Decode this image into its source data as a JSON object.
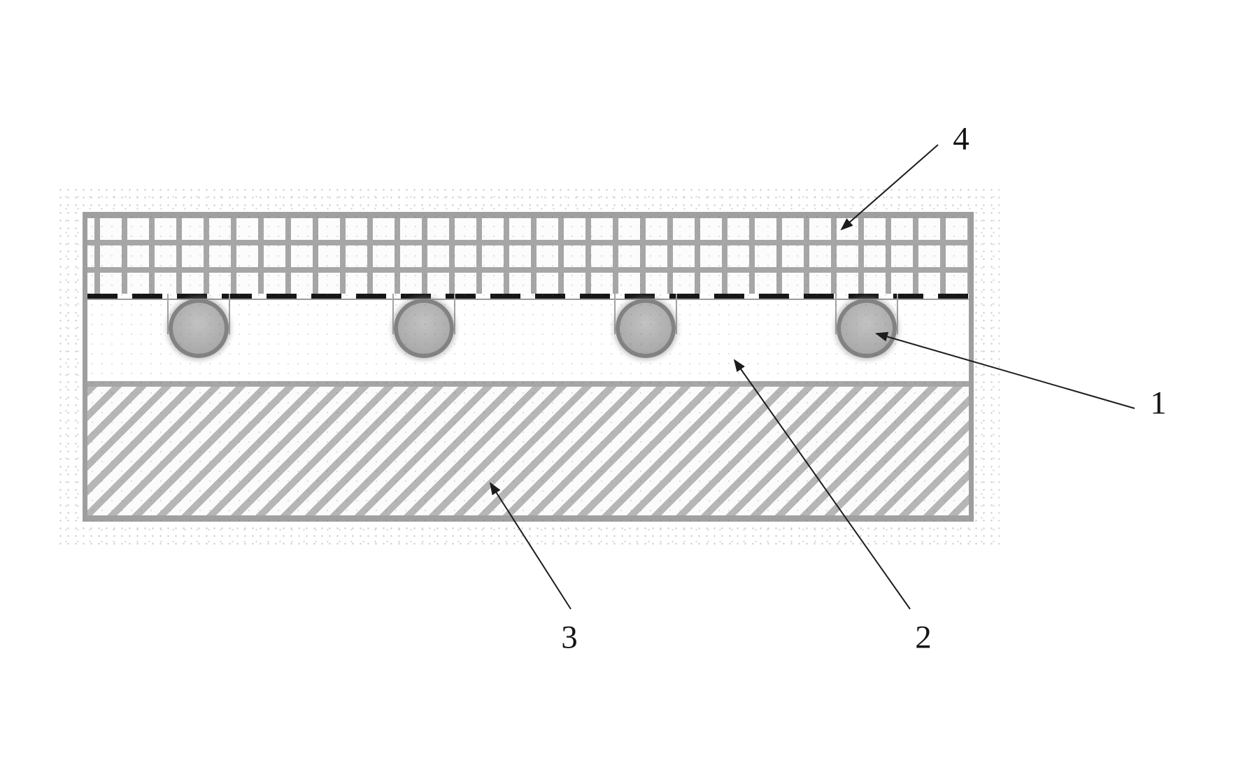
{
  "figure": {
    "type": "patent-style layered cross-section diagram",
    "callouts": [
      {
        "label": "4",
        "points_to": "top mesh/grid layer"
      },
      {
        "label": "1",
        "points_to": "embedded ball"
      },
      {
        "label": "2",
        "points_to": "middle carrier layer"
      },
      {
        "label": "3",
        "points_to": "bottom hatched substrate layer"
      }
    ],
    "ball_count": 4,
    "colors": {
      "background": "#ffffff",
      "line_gray": "#a0a0a0",
      "hatch_gray": "#b6b6b6",
      "ball_fill": "#b0b0b0",
      "ball_ring": "#828282",
      "dashed_line": "#161616",
      "ink": "#141414"
    }
  }
}
